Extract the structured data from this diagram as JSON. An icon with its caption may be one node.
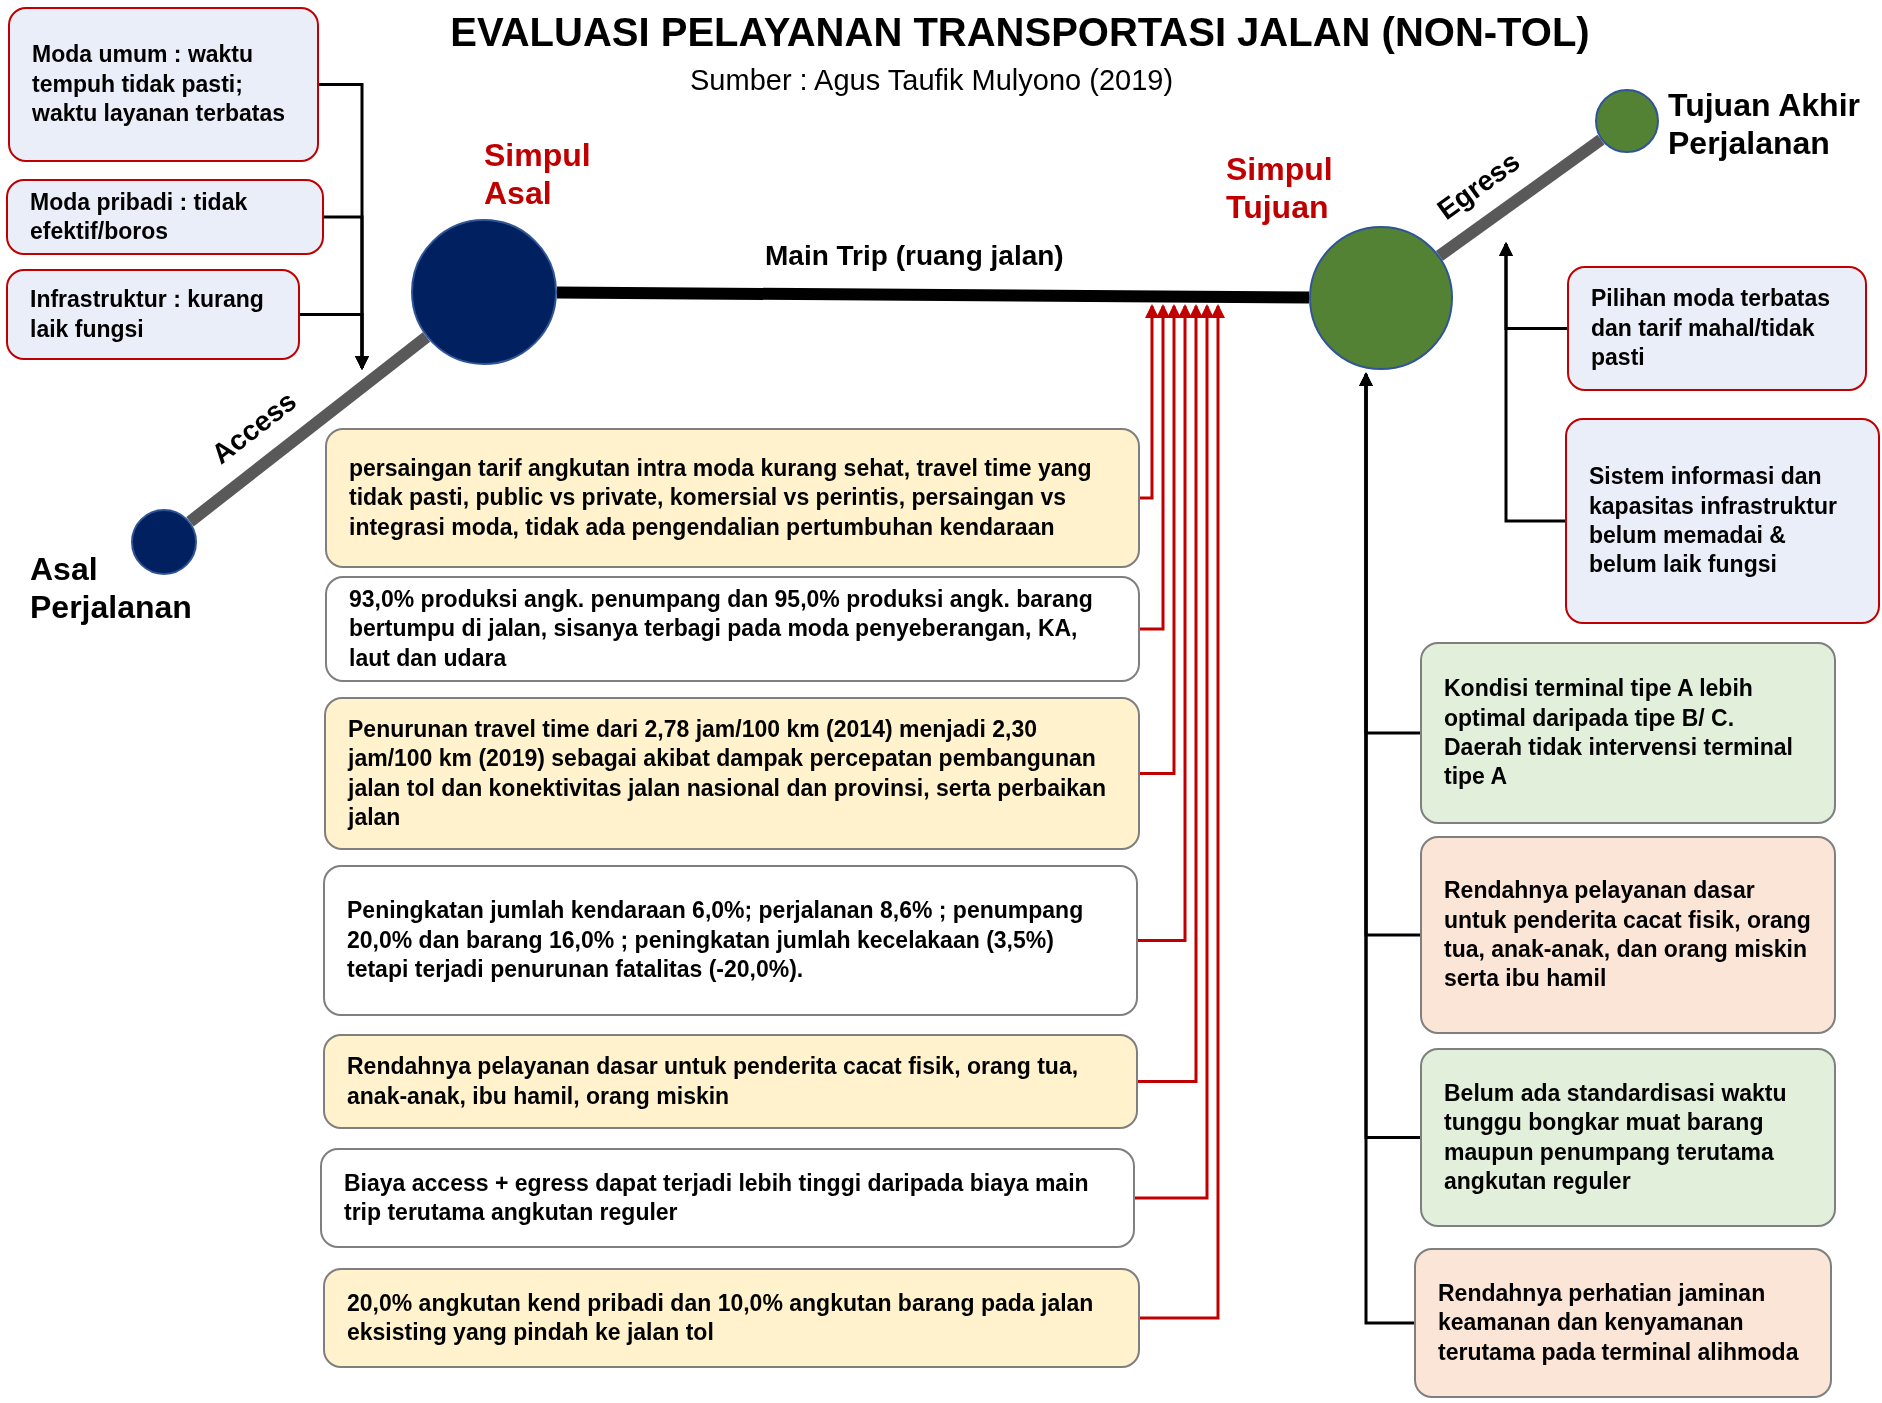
{
  "diagram": {
    "title": "EVALUASI PELAYANAN TRANSPORTASI JALAN (NON-TOL)",
    "nodes": [
      {
        "text": [
          "Moda umum : waktu tempuh tidak pasti; waktu layanan terbatas"
        ]
      },
      {
        "text": [
          "Moda pribadi : tidak efektif/boros"
        ]
      },
      {
        "text": [
          "Infrastruktur : kurang laik fungsi"
        ]
      },
      {
        "text": [
          "Simpul Asal"
        ]
      },
      {
        "text": [
          "Simpul Tujuan"
        ]
      },
      {
        "text": [
          "Tujuan Akhir Perjalanan"
        ]
      },
      {
        "text": [
          "Asal Perjalanan"
        ]
      },
      {
        "text": [
          "Pilihan moda terbatas dan tarif mahal/tidak pasti"
        ]
      },
      {
        "text": [
          "Sistem informasi dan kapasitas infrastruktur belum memadai & belum laik fungsi"
        ]
      },
      {
        "text": [
          "persaingan tarif angkutan intra moda kurang sehat, travel time yang tidak pasti, public vs private, komersial vs perintis, persaingan vs integrasi moda, tidak ada pengendalian pertumbuhan kendaraan"
        ]
      },
      {
        "text": [
          "93,0% produksi angk. penumpang dan 95,0% produksi angk. barang bertumpu di jalan, sisanya terbagi pada moda penyeberangan, KA, laut dan udara"
        ]
      },
      {
        "text": [
          "Penurunan travel time dari 2,78 jam/100 km (2014) menjadi 2,30 jam/100 km (2019) sebagai akibat dampak percepatan pembangunan jalan tol dan konektivitas jalan nasional dan provinsi, serta perbaikan jalan"
        ]
      },
      {
        "text": [
          "Peningkatan jumlah kendaraan 6,0%; perjalanan 8,6% ; penumpang 20,0% dan barang 16,0% ; peningkatan jumlah kecelakaan (3,5%) tetapi terjadi penurunan fatalitas (-20,0%)."
        ]
      },
      {
        "text": [
          "Rendahnya pelayanan dasar untuk penderita cacat fisik, orang tua, anak-anak, ibu hamil, orang miskin"
        ]
      },
      {
        "text": [
          "Biaya access + egress dapat terjadi lebih tinggi daripada biaya main trip terutama angkutan reguler"
        ]
      },
      {
        "text": [
          "20,0% angkutan kend pribadi dan 10,0% angkutan barang pada jalan eksisting yang pindah ke jalan tol"
        ]
      },
      {
        "text": [
          "Kondisi terminal tipe A lebih optimal daripada tipe B/ C. Daerah tidak intervensi terminal tipe A"
        ]
      },
      {
        "text": [
          "Rendahnya pelayanan dasar untuk penderita cacat fisik, orang tua, anak-anak, dan orang miskin serta ibu hamil"
        ]
      },
      {
        "text": [
          "Belum ada standardisasi waktu tunggu bongkar muat barang maupun penumpang terutama angkutan reguler"
        ]
      },
      {
        "text": [
          "Rendahnya perhatian jaminan keamanan dan kenyamanan terutama pada terminal alihmoda"
        ]
      }
    ],
    "edges": [
      {
        "from": 6,
        "to": 3,
        "arrow": "none",
        "label": "Access",
        "style": "thick",
        "color": "#595959"
      },
      {
        "from": 3,
        "to": 4,
        "arrow": "none",
        "label": "Main Trip (ruang jalan)",
        "style": "thick"
      },
      {
        "from": 4,
        "to": 5,
        "arrow": "none",
        "label": "Egress",
        "style": "thick",
        "color": "#595959"
      },
      {
        "from": 0,
        "to": 3,
        "arrow": "to"
      },
      {
        "from": 1,
        "to": 3,
        "arrow": "to"
      },
      {
        "from": 2,
        "to": 3,
        "arrow": "to"
      },
      {
        "from": 9,
        "to": null,
        "arrow": "to",
        "color": "#c00000"
      },
      {
        "from": 10,
        "to": null,
        "arrow": "to",
        "color": "#c00000"
      },
      {
        "from": 11,
        "to": null,
        "arrow": "to",
        "color": "#c00000"
      },
      {
        "from": 12,
        "to": null,
        "arrow": "to",
        "color": "#c00000"
      },
      {
        "from": 13,
        "to": null,
        "arrow": "to",
        "color": "#c00000"
      },
      {
        "from": 14,
        "to": null,
        "arrow": "to",
        "color": "#c00000"
      },
      {
        "from": 15,
        "to": null,
        "arrow": "to",
        "color": "#c00000"
      },
      {
        "from": 7,
        "to": null,
        "arrow": "to"
      },
      {
        "from": 8,
        "to": null,
        "arrow": "to"
      },
      {
        "from": 16,
        "to": 4,
        "arrow": "to"
      },
      {
        "from": 17,
        "to": 4,
        "arrow": "to"
      },
      {
        "from": 18,
        "to": 4,
        "arrow": "to"
      },
      {
        "from": 19,
        "to": 4,
        "arrow": "to"
      }
    ],
    "labels": [
      "Sumber : Agus Taufik Mulyono (2019)"
    ]
  }
}
